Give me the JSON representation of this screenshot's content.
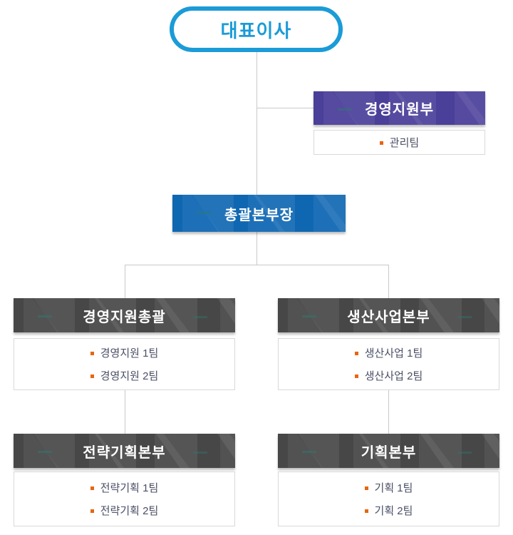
{
  "palette": {
    "ceo_pill_border": "#1b9bd7",
    "ceo_pill_text": "#1b9bd7",
    "staff_dept_bg": "#4a3f99",
    "general_head_bg": "#0f67b2",
    "division_bg": "#474747",
    "header_text": "#ffffff",
    "team_bullet": "#e8650e",
    "team_text": "#4a4f66",
    "connector_line": "#c9c9c9",
    "list_border": "#d9d9d9"
  },
  "org": {
    "ceo": {
      "label": "대표이사"
    },
    "support_dept": {
      "label": "경영지원부",
      "teams": [
        "관리팀"
      ]
    },
    "general_manager": {
      "label": "총괄본부장"
    },
    "divisions": [
      {
        "label": "경영지원총괄",
        "teams": [
          "경영지원 1팀",
          "경영지원 2팀"
        ]
      },
      {
        "label": "생산사업본부",
        "teams": [
          "생산사업 1팀",
          "생산사업 2팀"
        ]
      },
      {
        "label": "전략기획본부",
        "teams": [
          "전략기획 1팀",
          "전략기획 2팀"
        ]
      },
      {
        "label": "기획본부",
        "teams": [
          "기획 1팀",
          "기획 2팀"
        ]
      }
    ]
  }
}
